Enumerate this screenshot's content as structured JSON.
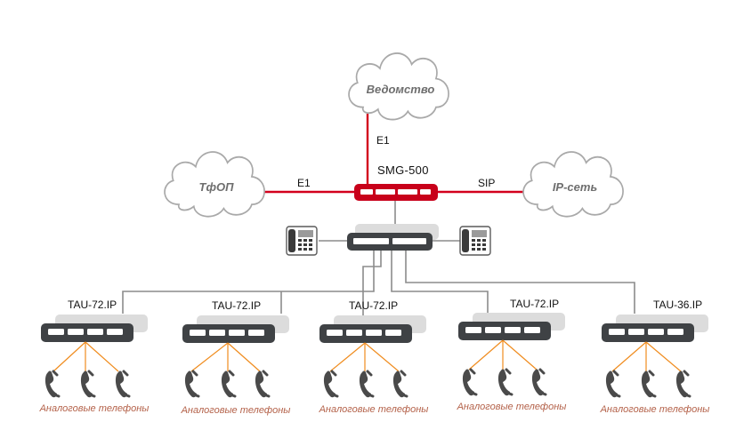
{
  "clouds": {
    "vedomstvo": "Ведомство",
    "tfop": "ТфОП",
    "ip_network": "IP-сеть"
  },
  "links": {
    "e1_top": "E1",
    "e1_left": "E1",
    "sip": "SIP"
  },
  "core": {
    "smg": "SMG-500"
  },
  "tau": [
    "TAU-72.IP",
    "TAU-72.IP",
    "TAU-72.IP",
    "TAU-72.IP",
    "TAU-36.IP"
  ],
  "phones_caption": "Аналоговые телефоны",
  "colors": {
    "trunk_link": "#d3001c",
    "smg_device": "#c8001a",
    "lan_link": "#8c8c8c",
    "phone_fan": "#f08c1e",
    "caption": "#b4624a",
    "device_body": "#3f4245"
  },
  "icons": [
    "cloud-icon",
    "ip-phone-icon",
    "handset-icon",
    "switch-icon",
    "gateway-icon"
  ]
}
